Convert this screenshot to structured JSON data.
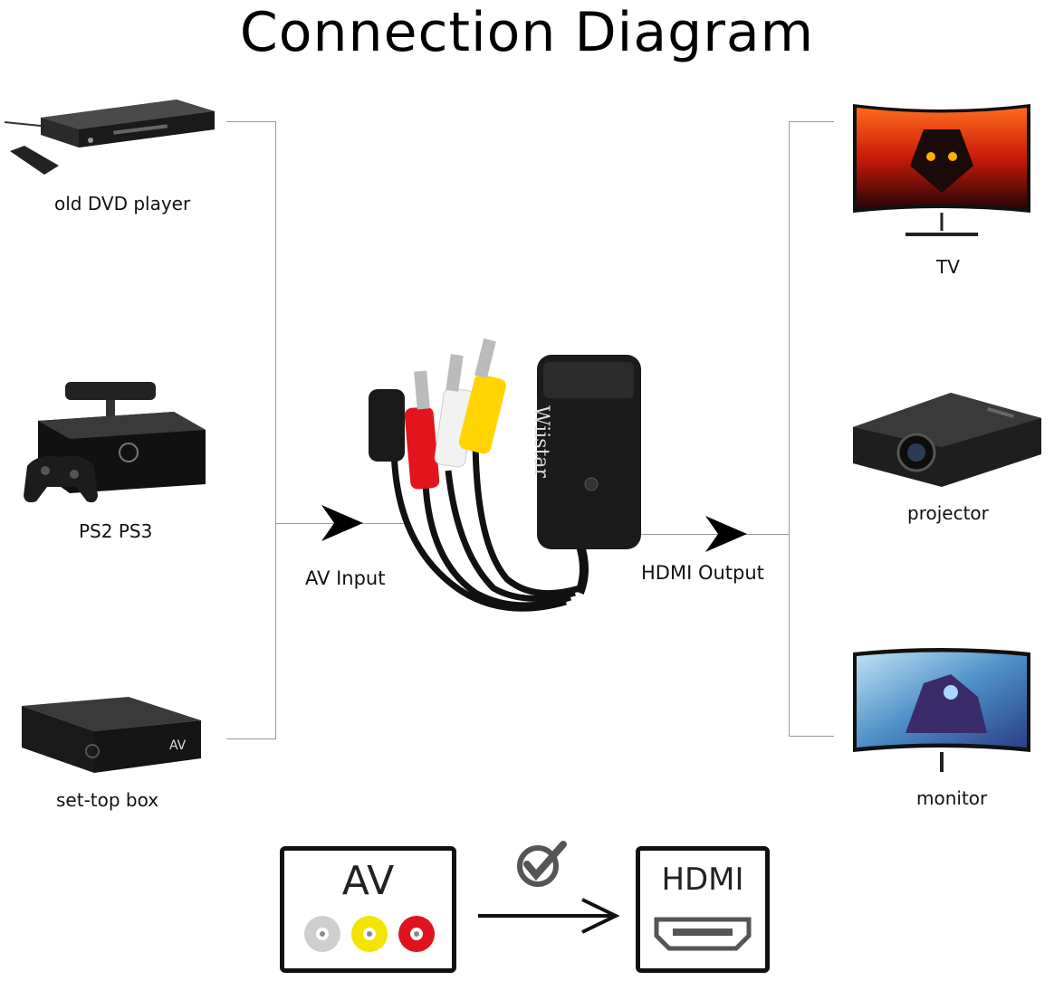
{
  "title": "Connection Diagram",
  "sources": [
    {
      "label": "old DVD player",
      "icon": "dvd-player-icon"
    },
    {
      "label": "PS2 PS3",
      "icon": "game-console-icon"
    },
    {
      "label": "set-top box",
      "icon": "set-top-box-icon"
    }
  ],
  "outputs": [
    {
      "label": "TV",
      "icon": "tv-icon"
    },
    {
      "label": "projector",
      "icon": "projector-icon"
    },
    {
      "label": "monitor",
      "icon": "monitor-icon"
    }
  ],
  "input_label": "AV Input",
  "output_label": "HDMI Output",
  "device": {
    "brand": "Wiistar"
  },
  "legend": {
    "av_label": "AV",
    "hdmi_label": "HDMI",
    "av_colors": [
      "#c8c8c8",
      "#f5e400",
      "#e0141e"
    ]
  },
  "colors": {
    "line": "#9a9a9a",
    "arrow": "#000000"
  }
}
